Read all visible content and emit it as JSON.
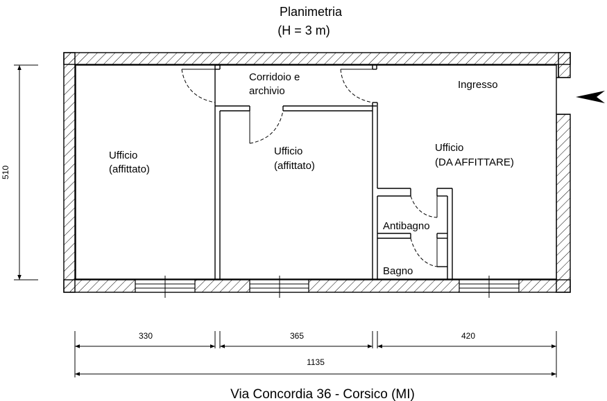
{
  "title": {
    "line1": "Planimetria",
    "line2": "(H = 3 m)"
  },
  "rooms": {
    "corridoio_1": "Corridoio e",
    "corridoio_2": "archivio",
    "ingresso": "Ingresso",
    "ufficio1_1": "Ufficio",
    "ufficio1_2": "(affittato)",
    "ufficio2_1": "Ufficio",
    "ufficio2_2": "(affittato)",
    "ufficio3_1": "Ufficio",
    "ufficio3_2": "(DA AFFITTARE)",
    "antibagno": "Antibagno",
    "bagno": "Bagno"
  },
  "dimensions": {
    "height": "510",
    "width_1": "330",
    "width_2": "365",
    "width_3": "420",
    "total": "1135"
  },
  "address": "Via Concordia 36 - Corsico (MI)"
}
